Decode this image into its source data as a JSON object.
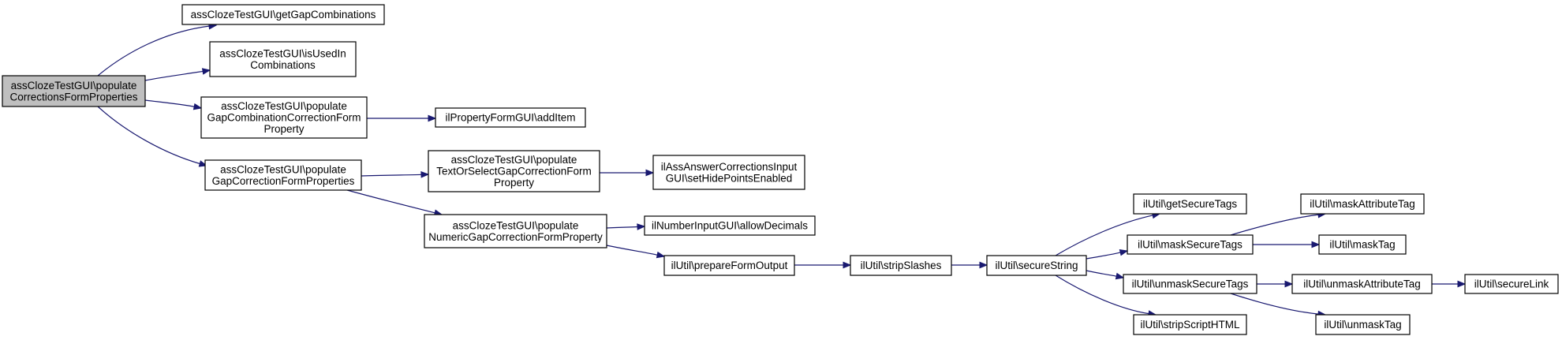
{
  "graph": {
    "nodes": [
      {
        "id": "root",
        "lines": [
          "assClozeTestGUI\\populate",
          "CorrectionsFormProperties"
        ],
        "highlighted": true
      },
      {
        "id": "getGapCombinations",
        "lines": [
          "assClozeTestGUI\\getGapCombinations"
        ]
      },
      {
        "id": "isUsedInCombinations",
        "lines": [
          "assClozeTestGUI\\isUsedIn",
          "Combinations"
        ]
      },
      {
        "id": "populateGapCombination",
        "lines": [
          "assClozeTestGUI\\populate",
          "GapCombinationCorrectionForm",
          "Property"
        ]
      },
      {
        "id": "populateGapCorrection",
        "lines": [
          "assClozeTestGUI\\populate",
          "GapCorrectionFormProperties"
        ]
      },
      {
        "id": "addItem",
        "lines": [
          "ilPropertyFormGUI\\addItem"
        ]
      },
      {
        "id": "populateTextOrSelect",
        "lines": [
          "assClozeTestGUI\\populate",
          "TextOrSelectGapCorrectionForm",
          "Property"
        ]
      },
      {
        "id": "populateNumeric",
        "lines": [
          "assClozeTestGUI\\populate",
          "NumericGapCorrectionFormProperty"
        ]
      },
      {
        "id": "setHidePoints",
        "lines": [
          "ilAssAnswerCorrectionsInput",
          "GUI\\setHidePointsEnabled"
        ]
      },
      {
        "id": "allowDecimals",
        "lines": [
          "ilNumberInputGUI\\allowDecimals"
        ]
      },
      {
        "id": "prepareFormOutput",
        "lines": [
          "ilUtil\\prepareFormOutput"
        ]
      },
      {
        "id": "stripSlashes",
        "lines": [
          "ilUtil\\stripSlashes"
        ]
      },
      {
        "id": "secureString",
        "lines": [
          "ilUtil\\secureString"
        ]
      },
      {
        "id": "getSecureTags",
        "lines": [
          "ilUtil\\getSecureTags"
        ]
      },
      {
        "id": "maskSecureTags",
        "lines": [
          "ilUtil\\maskSecureTags"
        ]
      },
      {
        "id": "unmaskSecureTags",
        "lines": [
          "ilUtil\\unmaskSecureTags"
        ]
      },
      {
        "id": "stripScriptHTML",
        "lines": [
          "ilUtil\\stripScriptHTML"
        ]
      },
      {
        "id": "maskAttributeTag",
        "lines": [
          "ilUtil\\maskAttributeTag"
        ]
      },
      {
        "id": "maskTag",
        "lines": [
          "ilUtil\\maskTag"
        ]
      },
      {
        "id": "unmaskAttributeTag",
        "lines": [
          "ilUtil\\unmaskAttributeTag"
        ]
      },
      {
        "id": "unmaskTag",
        "lines": [
          "ilUtil\\unmaskTag"
        ]
      },
      {
        "id": "secureLink",
        "lines": [
          "ilUtil\\secureLink"
        ]
      }
    ],
    "edges": [
      {
        "from": "root",
        "to": "getGapCombinations"
      },
      {
        "from": "root",
        "to": "isUsedInCombinations"
      },
      {
        "from": "root",
        "to": "populateGapCombination"
      },
      {
        "from": "root",
        "to": "populateGapCorrection"
      },
      {
        "from": "populateGapCombination",
        "to": "addItem"
      },
      {
        "from": "populateGapCorrection",
        "to": "populateTextOrSelect"
      },
      {
        "from": "populateGapCorrection",
        "to": "populateNumeric"
      },
      {
        "from": "populateTextOrSelect",
        "to": "setHidePoints"
      },
      {
        "from": "populateNumeric",
        "to": "allowDecimals"
      },
      {
        "from": "populateNumeric",
        "to": "prepareFormOutput"
      },
      {
        "from": "prepareFormOutput",
        "to": "stripSlashes"
      },
      {
        "from": "stripSlashes",
        "to": "secureString"
      },
      {
        "from": "secureString",
        "to": "getSecureTags"
      },
      {
        "from": "secureString",
        "to": "maskSecureTags"
      },
      {
        "from": "secureString",
        "to": "unmaskSecureTags"
      },
      {
        "from": "secureString",
        "to": "stripScriptHTML"
      },
      {
        "from": "maskSecureTags",
        "to": "maskAttributeTag"
      },
      {
        "from": "maskSecureTags",
        "to": "maskTag"
      },
      {
        "from": "unmaskSecureTags",
        "to": "unmaskAttributeTag"
      },
      {
        "from": "unmaskSecureTags",
        "to": "unmaskTag"
      },
      {
        "from": "unmaskAttributeTag",
        "to": "secureLink"
      }
    ],
    "colors": {
      "edge": "#191970",
      "node_fill": "#ffffff",
      "highlight_fill": "#bfbfbf",
      "border": "#000000"
    }
  }
}
